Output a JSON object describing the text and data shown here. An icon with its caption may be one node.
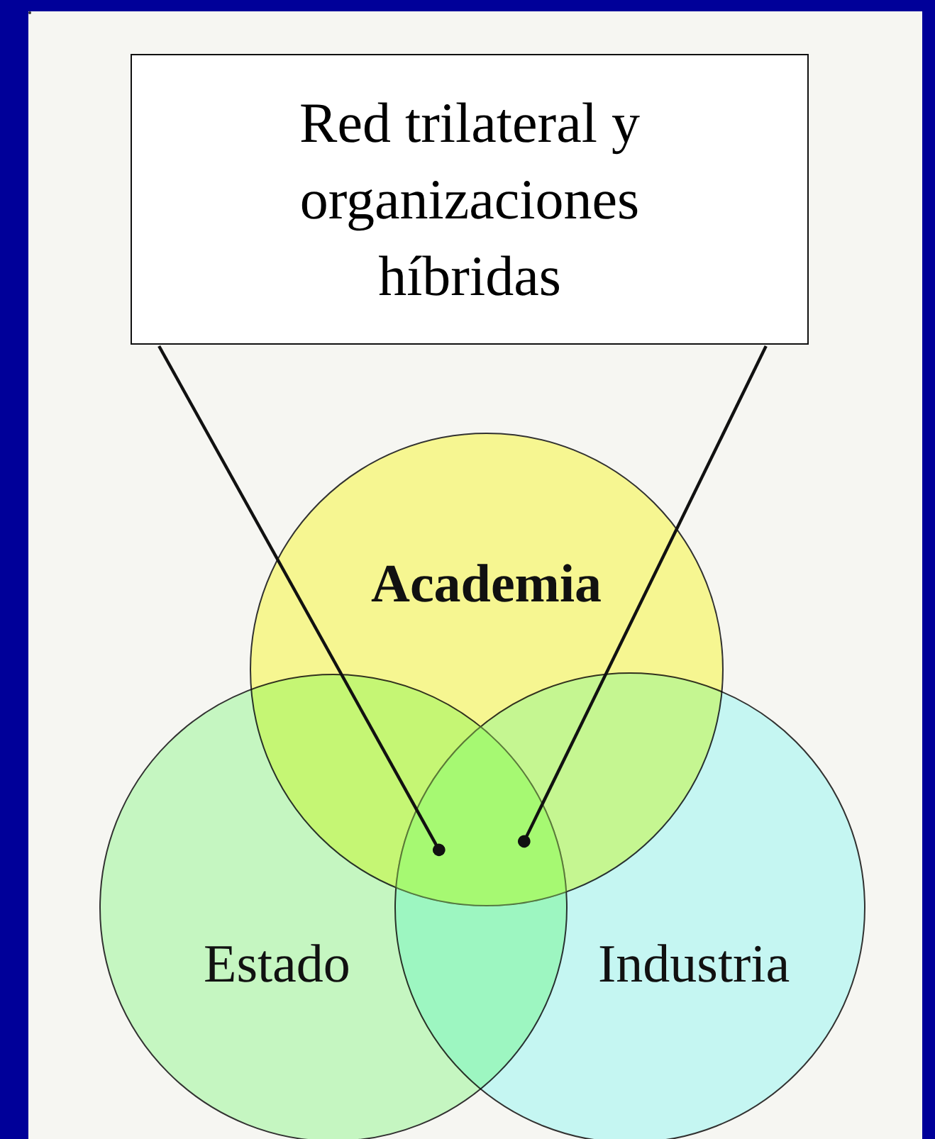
{
  "diagram": {
    "nodes": [
      {
        "text": [
          "Red trilateral y organizaciones híbridas"
        ]
      },
      {
        "text": [
          "Academia"
        ]
      },
      {
        "text": [
          "Estado"
        ]
      },
      {
        "text": [
          "Industria"
        ]
      },
      {
        "text": [],
        "shape": "region"
      }
    ],
    "edges": [
      {
        "from": 0,
        "to": 4,
        "arrow": "other"
      },
      {
        "from": 0,
        "to": 4,
        "arrow": "other"
      }
    ]
  }
}
